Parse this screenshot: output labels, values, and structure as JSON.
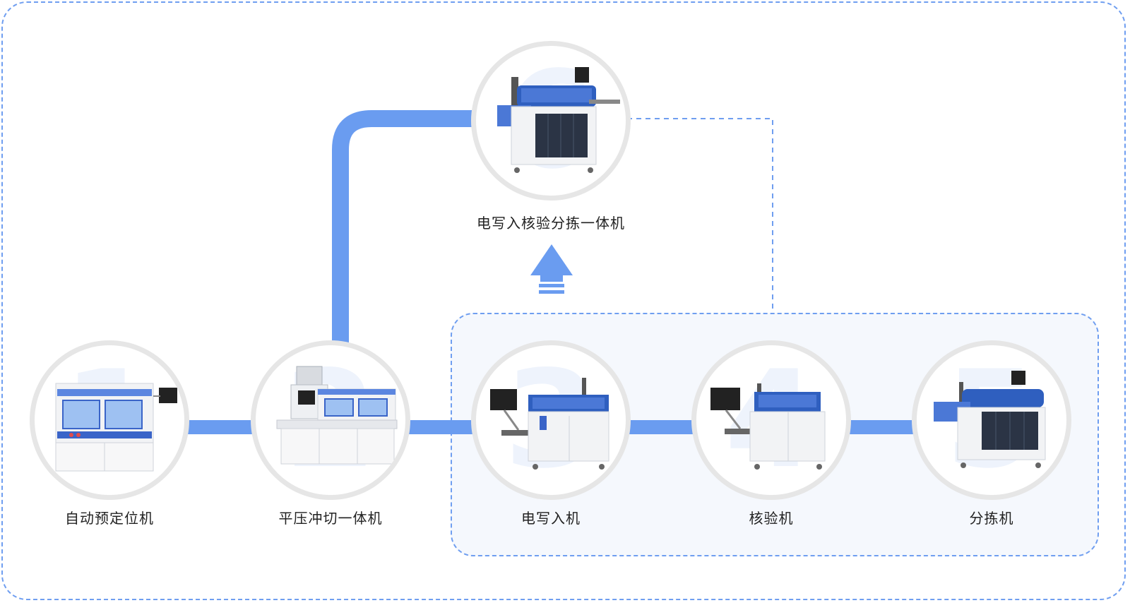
{
  "colors": {
    "accent": "#6f9ef0",
    "line": "#6a9cf0",
    "group_bg": "#f5f8fd",
    "ring": "#e6e6e6"
  },
  "nodes": [
    {
      "id": "1",
      "digit": "1",
      "label": "自动预定位机",
      "machine": "auto-positioning-machine"
    },
    {
      "id": "2",
      "digit": "2",
      "label": "平压冲切一体机",
      "machine": "flat-press-die-cutting-machine"
    },
    {
      "id": "3",
      "digit": "3",
      "label": "电写入机",
      "machine": "electric-writing-machine"
    },
    {
      "id": "4",
      "digit": "4",
      "label": "核验机",
      "machine": "verification-machine"
    },
    {
      "id": "5",
      "digit": "5",
      "label": "分拣机",
      "machine": "sorting-machine"
    },
    {
      "id": "6",
      "digit": "6",
      "label": "电写入核验分拣一体机",
      "machine": "integrated-writing-verification-sorting-machine"
    }
  ],
  "icons": {
    "merge_arrow": "up-arrow-icon"
  }
}
